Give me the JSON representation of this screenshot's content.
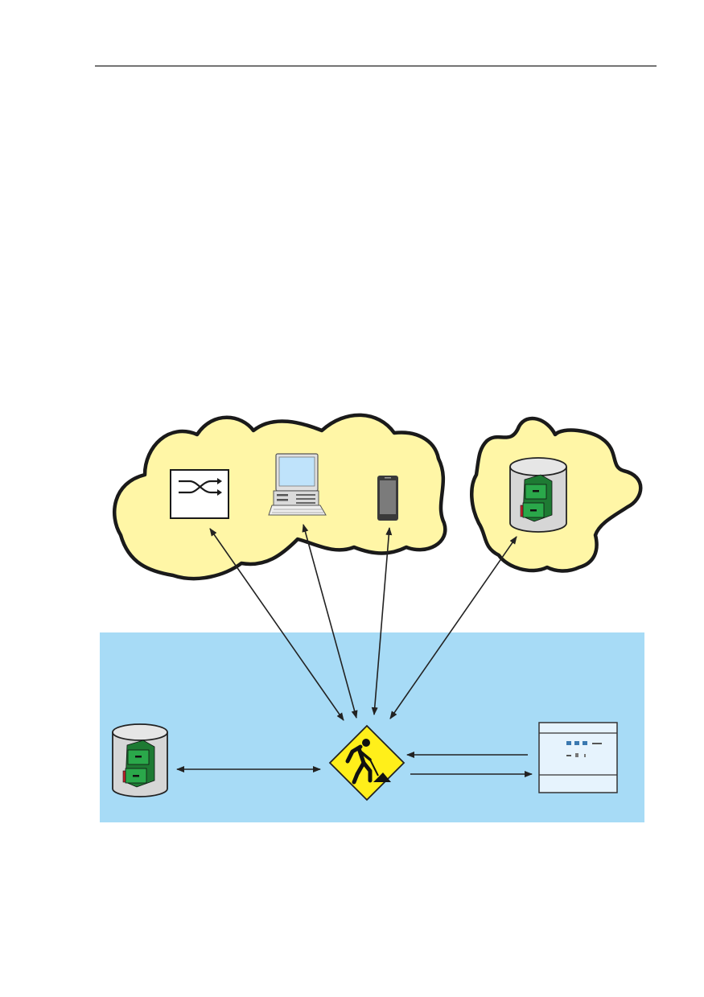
{
  "colors": {
    "cloud_fill": "#fff6a6",
    "cloud_stroke": "#1a1a1a",
    "network_zone": "#a7dbf6",
    "diamond_fill": "#ffef1a",
    "cabinet_green": "#2aa84a",
    "cabinet_red": "#c8242c",
    "cylinder_gray": "#d6d6d6",
    "screen_blue": "#cfe8fb",
    "line_color": "#222222"
  },
  "nodes": [
    {
      "id": "switch",
      "icon": "network-switch-icon"
    },
    {
      "id": "pc",
      "icon": "desktop-computer-icon"
    },
    {
      "id": "phone",
      "icon": "mobile-phone-icon"
    },
    {
      "id": "remote-db",
      "icon": "database-file-cabinet-icon"
    },
    {
      "id": "local-db",
      "icon": "database-file-cabinet-icon"
    },
    {
      "id": "management",
      "icon": "construction-worker-sign-icon"
    },
    {
      "id": "console",
      "icon": "management-console-window-icon"
    }
  ],
  "connections": [
    {
      "from": "management",
      "to": "switch",
      "direction": "both"
    },
    {
      "from": "management",
      "to": "pc",
      "direction": "both"
    },
    {
      "from": "management",
      "to": "phone",
      "direction": "both"
    },
    {
      "from": "management",
      "to": "remote-db",
      "direction": "both"
    },
    {
      "from": "local-db",
      "to": "management",
      "direction": "both"
    },
    {
      "from": "console",
      "to": "management",
      "direction": "forward"
    },
    {
      "from": "management",
      "to": "console",
      "direction": "forward"
    }
  ]
}
